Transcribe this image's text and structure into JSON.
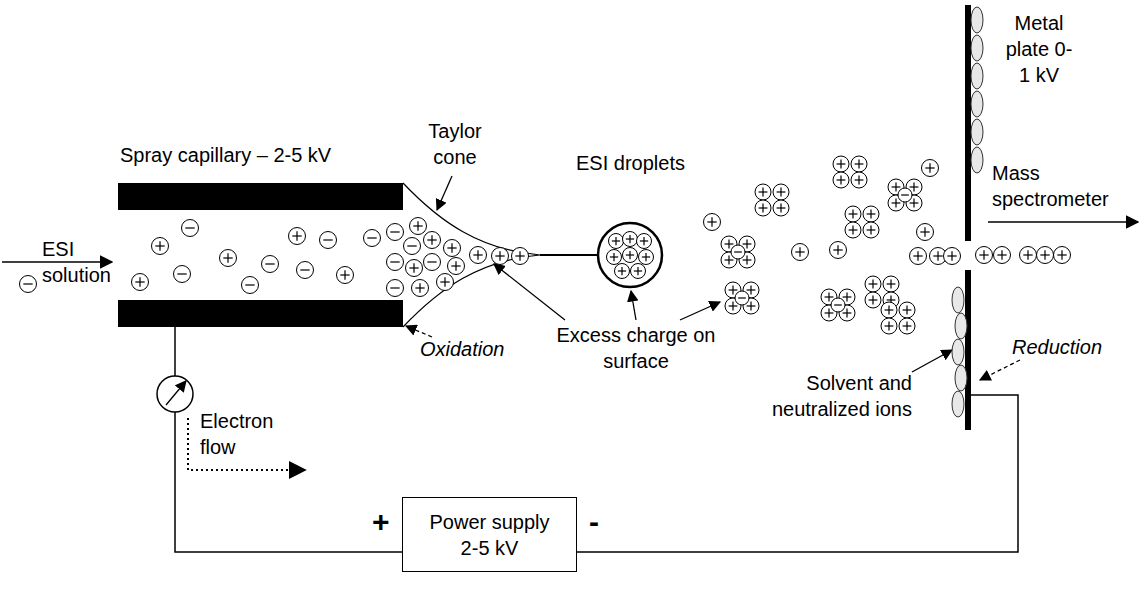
{
  "diagram": {
    "nodes": [
      {
        "text": [
          "Power supply 2-5 kV"
        ]
      }
    ],
    "labels": [
      "Spray capillary – 2-5 kV",
      "Taylor cone",
      "ESI droplets",
      "Metal plate 0-1 kV",
      "Mass spectrometer",
      "ESI solution",
      "Excess charge on surface",
      "Oxidation",
      "Reduction",
      "Solvent and neutralized ions",
      "Electron flow",
      "+",
      "-"
    ]
  }
}
